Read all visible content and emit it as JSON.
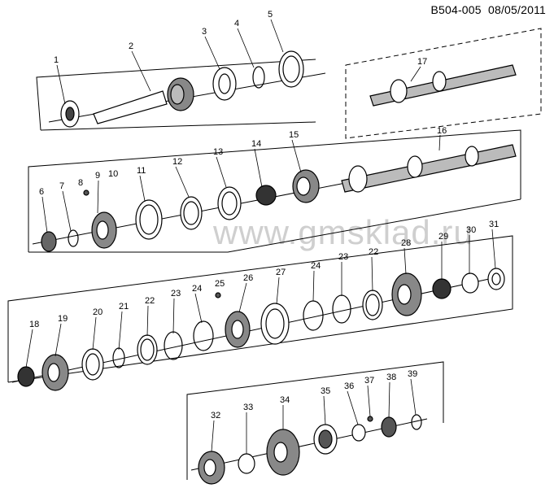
{
  "header": {
    "code": "B504-005",
    "date": "08/05/2011"
  },
  "watermark": "www.gmsklad.ru",
  "callouts": [
    "1",
    "2",
    "3",
    "4",
    "5",
    "6",
    "7",
    "8",
    "9",
    "10",
    "11",
    "12",
    "13",
    "14",
    "15",
    "16",
    "17",
    "18",
    "19",
    "20",
    "21",
    "22",
    "23",
    "24",
    "25",
    "26",
    "27",
    "28",
    "29",
    "30",
    "31",
    "32",
    "33",
    "34",
    "35",
    "36",
    "37",
    "38",
    "39"
  ]
}
